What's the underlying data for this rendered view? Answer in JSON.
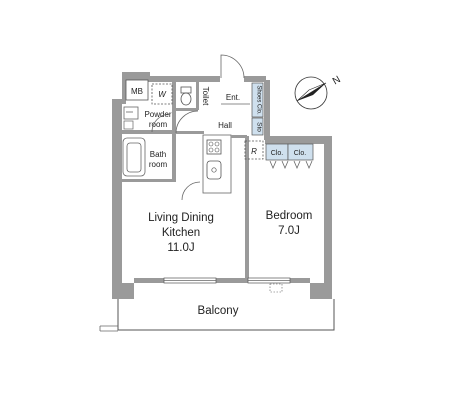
{
  "rooms": {
    "ldk_name_line1": "Living Dining",
    "ldk_name_line2": "Kitchen",
    "ldk_size": "11.0J",
    "bedroom_name": "Bedroom",
    "bedroom_size": "7.0J",
    "balcony": "Balcony",
    "powder_line1": "Powder",
    "powder_line2": "room",
    "bath_line1": "Bath",
    "bath_line2": "room",
    "toilet": "Toilet",
    "entrance": "Ent.",
    "hall": "Hall",
    "mb": "MB",
    "washer": "W",
    "refrigerator": "R",
    "shoes_closet": "Shoes Clo.",
    "storage": "Sto",
    "closet_1": "Clo.",
    "closet_2": "Clo."
  },
  "compass": {
    "north_label": "N"
  },
  "colors": {
    "wall": "#9a9a9a",
    "closet_fill": "#cfe0ee",
    "line": "#555555"
  }
}
